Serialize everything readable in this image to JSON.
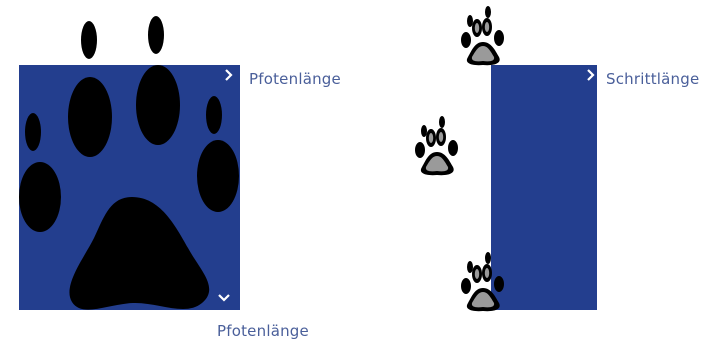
{
  "labels": {
    "paw_length_right": "Pfotenlänge",
    "paw_length_bottom": "Pfotenlänge",
    "stride_length": "Schrittlänge"
  },
  "icons": {
    "length_marker_right": "chevron-right-icon",
    "length_marker_down": "chevron-down-icon",
    "stride_marker": "chevron-right-icon",
    "paw_print": "paw-print-icon"
  },
  "colors": {
    "panel": "#233e8e",
    "paw": "#000000",
    "paw_pad_gray": "#9a9a9a",
    "label_text": "#4a5f9a",
    "chevron": "#ffffff"
  }
}
